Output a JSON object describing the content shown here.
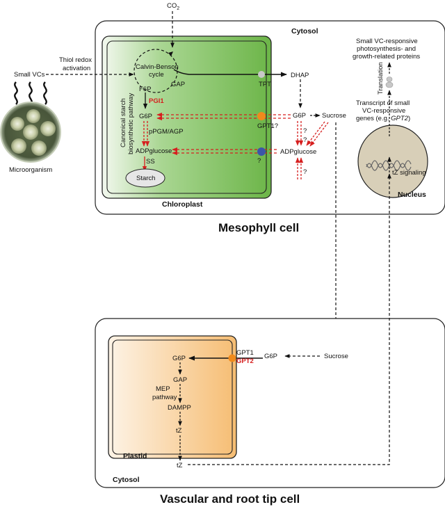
{
  "labels": {
    "co2": "CO",
    "co2_sub": "2",
    "cytosol_top": "Cytosol",
    "small_vcs": "Small VCs",
    "thiol_line1": "Thiol redox",
    "thiol_line2": "activation",
    "microorganism": "Microorganism",
    "calvin_line1": "Calvin-Benson",
    "calvin_line2": "cycle",
    "gap_top": "GAP",
    "f6p": "F6P",
    "pgi1": "PGI1",
    "g6p_chloro": "G6P",
    "ppgm_agp": "pPGM/AGP",
    "adpglucose_chloro": "ADPglucose",
    "ss": "SS",
    "starch": "Starch",
    "canonical_line1": "Canonical starch",
    "canonical_line2": "biosynthetic pathway",
    "chloroplast": "Chloroplast",
    "tpt": "TPT",
    "dhap": "DHAP",
    "gpt1_q": "GPT1?",
    "g6p_cyto": "G6P",
    "sucrose_top": "Sucrose",
    "adpglucose_cyto": "ADPglucose",
    "q1": "?",
    "q2": "?",
    "q3": "?",
    "q4": "?",
    "proteins_line1": "Small VC-responsive",
    "proteins_line2": "photosynthesis- and",
    "proteins_line3": "growth-related proteins",
    "translation": "Translation",
    "transcript_line1": "Transcript of small",
    "transcript_line2": "VC-responsive",
    "transcript_line3_pre": "genes (e.g. ",
    "transcript_line3_gene": "GPT2",
    "transcript_line3_post": ")",
    "tz_signaling": "tZ signaling",
    "nucleus": "Nucleus",
    "mesophyll": "Mesophyll cell",
    "gpt1": "GPT1",
    "gpt2": "GPT2",
    "g6p_plastid": "G6P",
    "g6p_cyto2": "G6P",
    "sucrose_bottom": "Sucrose",
    "gap_plastid": "GAP",
    "mep_line1": "MEP",
    "mep_line2": "pathway",
    "dampp": "DAMPP",
    "tz_plastid": "tZ",
    "plastid": "Plastid",
    "tz_cyto": "tZ",
    "cytosol_bottom": "Cytosol",
    "vascular": "Vascular and root tip cell"
  },
  "colors": {
    "chloroplast_dark": "#6db64a",
    "chloroplast_light": "#eef6e8",
    "plastid_dark": "#f6bf78",
    "plastid_light": "#fdf1e2",
    "nucleus_fill": "#d8cfb8",
    "red": "#d61f1f",
    "orange_transporter": "#f08a1c",
    "blue_transporter": "#3b56a8",
    "gray_transporter": "#c8c8c8"
  }
}
